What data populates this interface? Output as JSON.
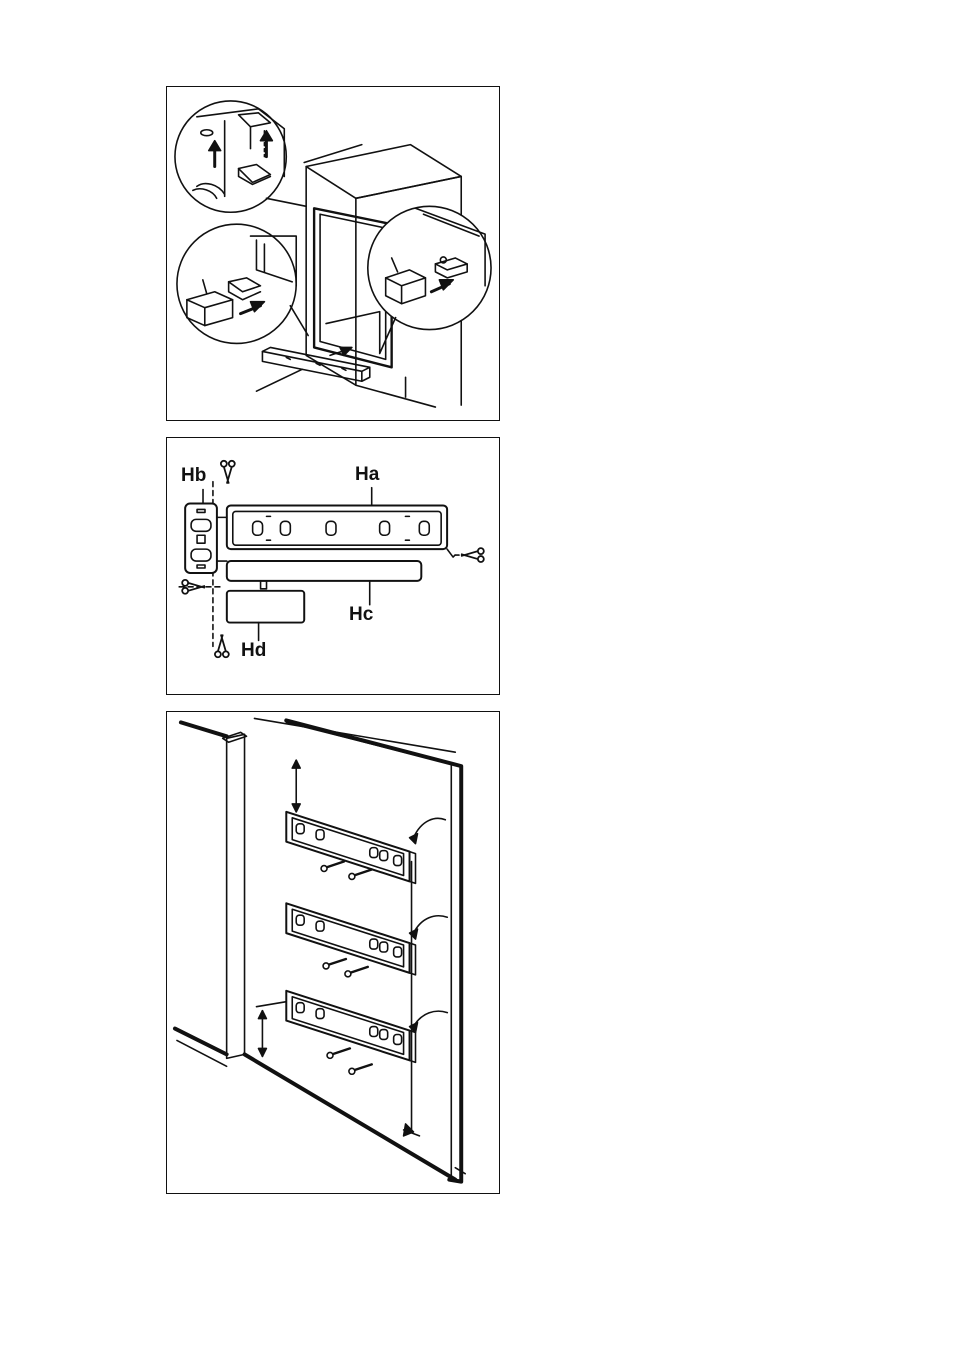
{
  "labels": {
    "ha": "Ha",
    "hb": "Hb",
    "hc": "Hc",
    "hd": "Hd"
  },
  "colors": {
    "line": "#111111",
    "fill": "#ffffff",
    "shade": "#d9d9d9"
  },
  "icons": [
    "scissors-icon",
    "arrow-icon",
    "screw-icon"
  ]
}
